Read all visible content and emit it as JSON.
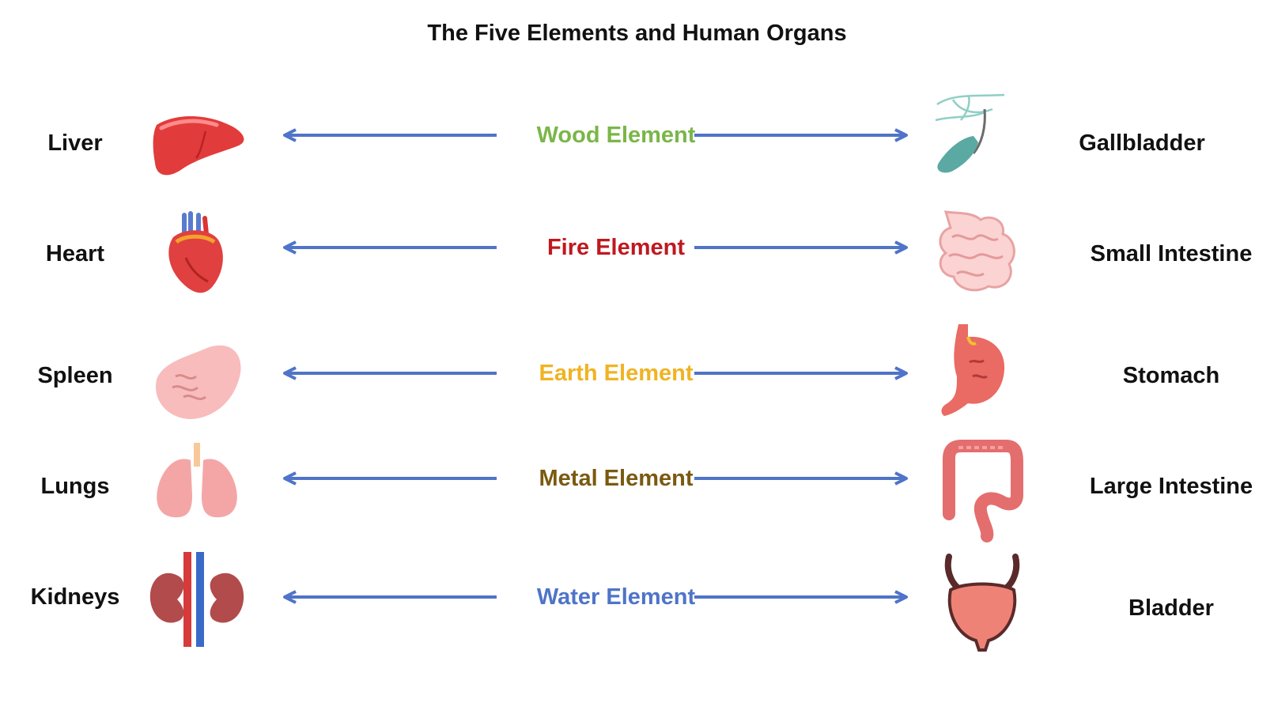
{
  "title": "The Five Elements and Human Organs",
  "rows": [
    {
      "yin_organ": "Liver",
      "element": "Wood Element",
      "yang_organ": "Gallbladder",
      "element_color": "#7ab648",
      "yin_icon": "liver-icon",
      "yang_icon": "gallbladder-icon"
    },
    {
      "yin_organ": "Heart",
      "element": "Fire Element",
      "yang_organ": "Small Intestine",
      "element_color": "#c0181f",
      "yin_icon": "heart-icon",
      "yang_icon": "small-intestine-icon"
    },
    {
      "yin_organ": "Spleen",
      "element": "Earth Element",
      "yang_organ": "Stomach",
      "element_color": "#f0b323",
      "yin_icon": "spleen-icon",
      "yang_icon": "stomach-icon"
    },
    {
      "yin_organ": "Lungs",
      "element": "Metal Element",
      "yang_organ": "Large Intestine",
      "element_color": "#7a5a10",
      "yin_icon": "lungs-icon",
      "yang_icon": "large-intestine-icon"
    },
    {
      "yin_organ": "Kidneys",
      "element": "Water Element",
      "yang_organ": "Bladder",
      "element_color": "#4f74c8",
      "yin_icon": "kidneys-icon",
      "yang_icon": "bladder-icon"
    }
  ],
  "arrow_color": "#4f74c8"
}
